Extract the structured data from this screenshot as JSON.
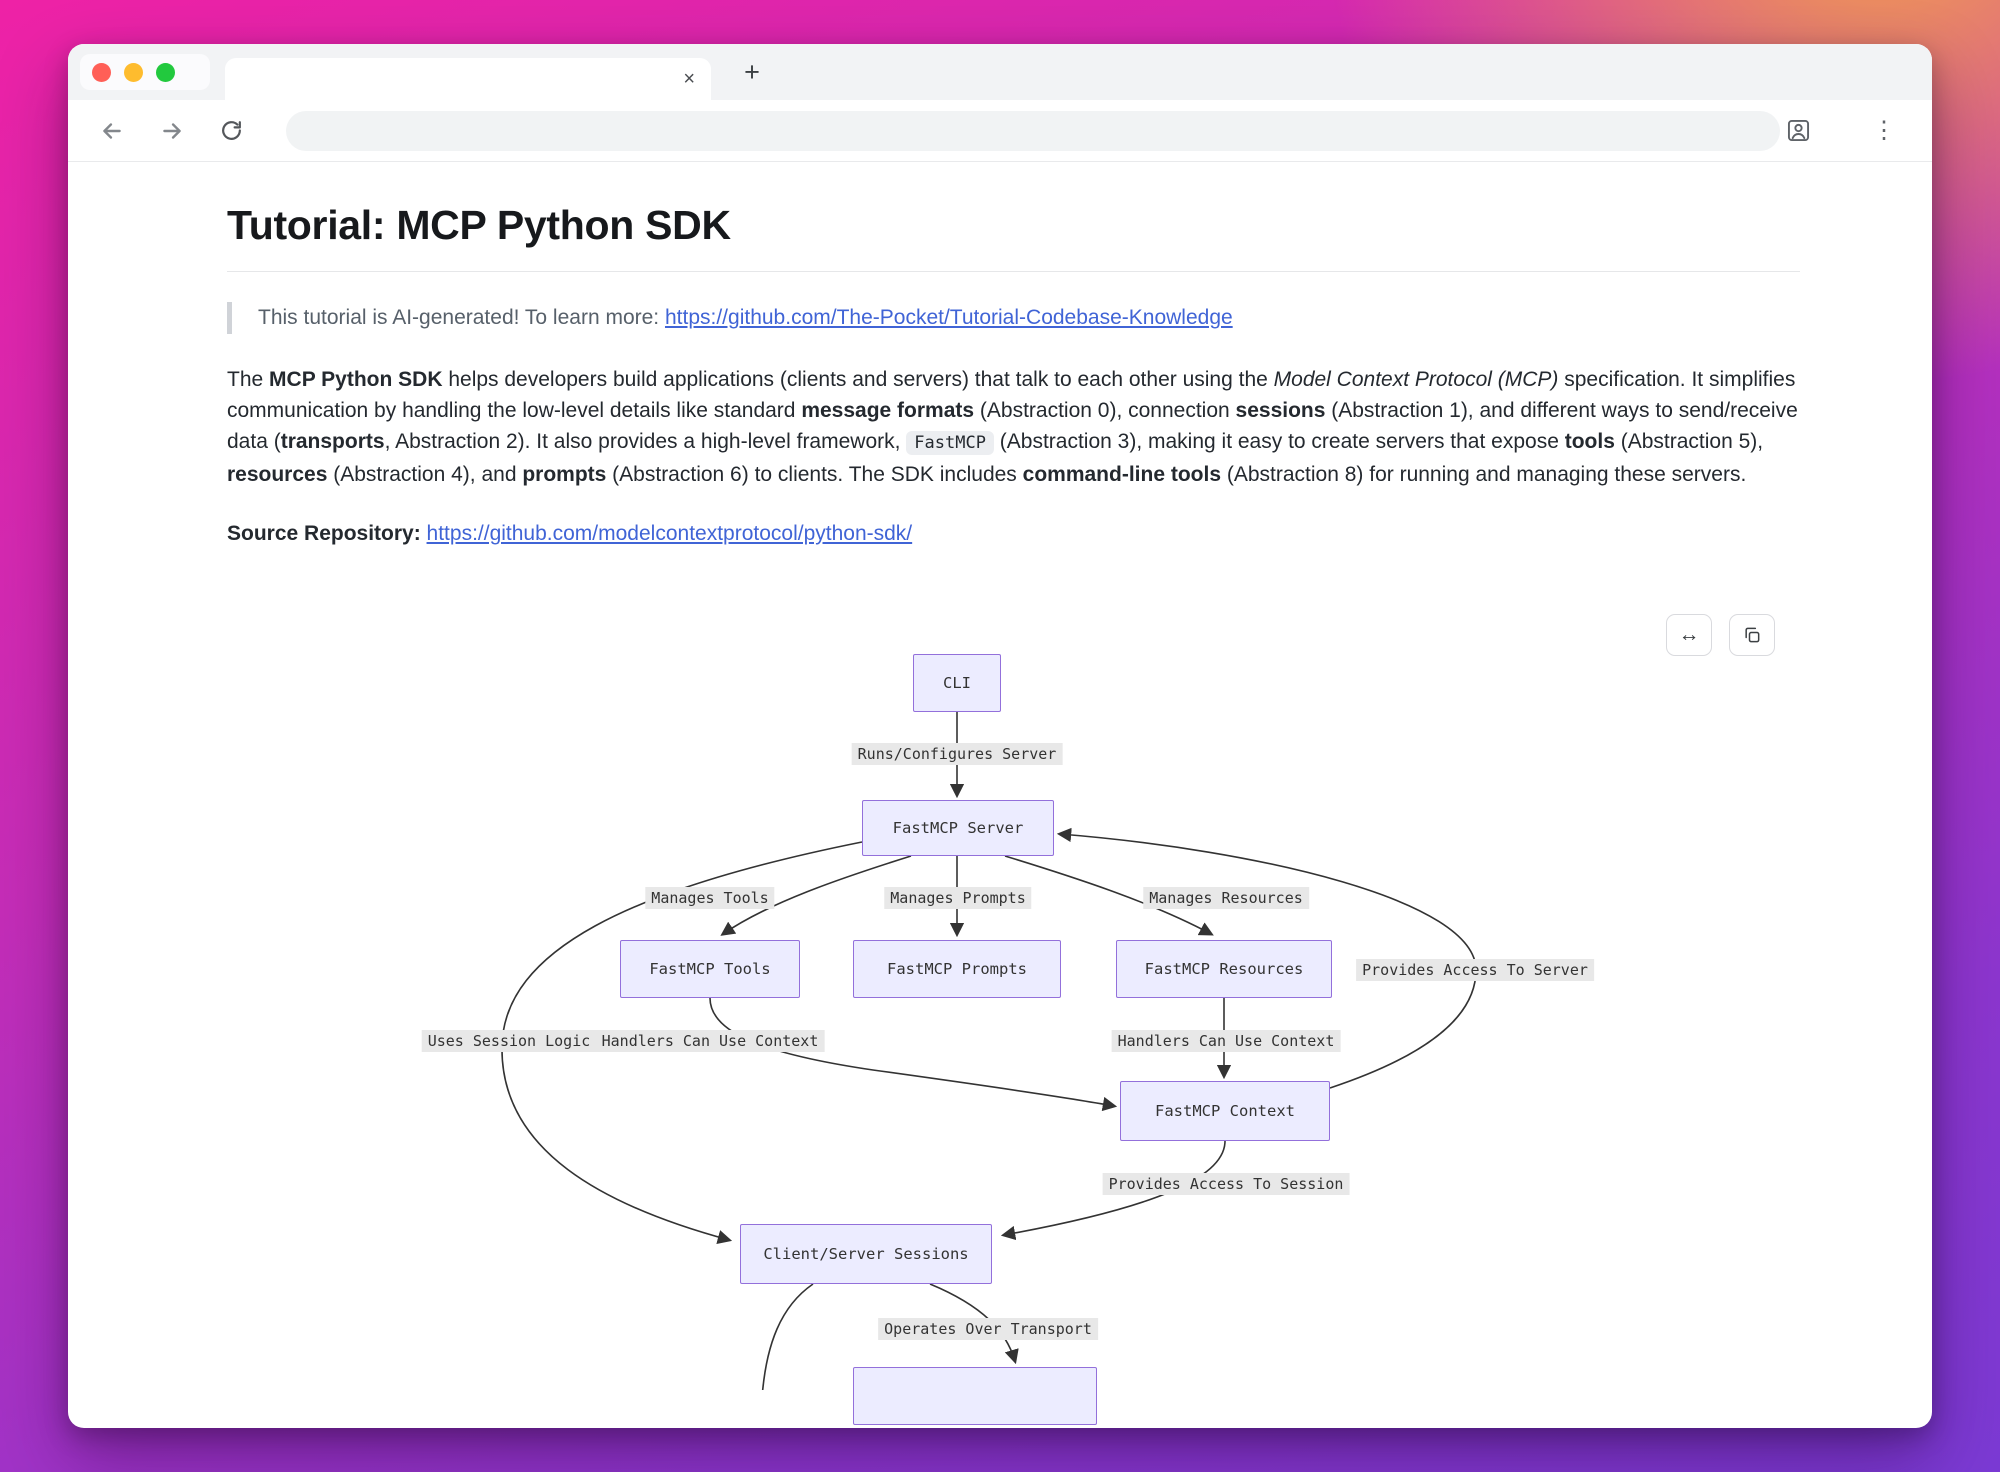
{
  "browser": {
    "tab_strip": {
      "tab_title": "",
      "close_glyph": "×",
      "new_tab_glyph": "+"
    },
    "navbar": {
      "address_value": "",
      "menu_glyph": "⋮"
    }
  },
  "colors": {
    "traffic_red": "#ff5f57",
    "traffic_yellow": "#febc2e",
    "traffic_green": "#22c93e",
    "link": "#4064d6",
    "node_fill": "#ececff",
    "node_border": "#9370db",
    "edge_label_bg": "#e8e8e8"
  },
  "page": {
    "title": "Tutorial: MCP Python SDK",
    "note": {
      "text": "This tutorial is AI-generated! To learn more: ",
      "link": "https://github.com/The-Pocket/Tutorial-Codebase-Knowledge"
    },
    "intro": [
      {
        "text": "The ",
        "style": "normal"
      },
      {
        "text": "MCP Python SDK",
        "style": "bold"
      },
      {
        "text": " helps developers build applications (clients and servers) that talk to each other using the ",
        "style": "normal"
      },
      {
        "text": "Model Context Protocol (MCP)",
        "style": "italic"
      },
      {
        "text": " specification. It simplifies communication by handling the low-level details like standard ",
        "style": "normal"
      },
      {
        "text": "message formats",
        "style": "bold"
      },
      {
        "text": " (Abstraction 0), connection ",
        "style": "normal"
      },
      {
        "text": "sessions",
        "style": "bold"
      },
      {
        "text": " (Abstraction 1), and different ways to send/receive data (",
        "style": "normal"
      },
      {
        "text": "transports",
        "style": "bold"
      },
      {
        "text": ", Abstraction 2). It also provides a high-level framework, ",
        "style": "normal"
      },
      {
        "text": "FastMCP",
        "style": "code"
      },
      {
        "text": " (Abstraction 3), making it easy to create servers that expose ",
        "style": "normal"
      },
      {
        "text": "tools",
        "style": "bold"
      },
      {
        "text": " (Abstraction 5), ",
        "style": "normal"
      },
      {
        "text": "resources",
        "style": "bold"
      },
      {
        "text": " (Abstraction 4), and ",
        "style": "normal"
      },
      {
        "text": "prompts",
        "style": "bold"
      },
      {
        "text": " (Abstraction 6) to clients. The SDK includes ",
        "style": "normal"
      },
      {
        "text": "command-line tools",
        "style": "bold"
      },
      {
        "text": " (Abstraction 8) for running and managing these servers.",
        "style": "normal"
      }
    ],
    "source": {
      "label": "Source Repository: ",
      "link": "https://github.com/modelcontextprotocol/python-sdk/"
    }
  },
  "diagram": {
    "controls": {
      "expand_glyph": "↔"
    },
    "nodes": {
      "cli": "CLI",
      "server": "FastMCP Server",
      "tools": "FastMCP Tools",
      "prompts": "FastMCP Prompts",
      "resources": "FastMCP Resources",
      "context": "FastMCP Context",
      "sessions": "Client/Server Sessions"
    },
    "edge_labels": {
      "runs": "Runs/Configures Server",
      "manages_tools": "Manages Tools",
      "manages_prompts": "Manages Prompts",
      "manages_resources": "Manages Resources",
      "provides_server": "Provides Access To Server",
      "uses_session": "Uses Session Logic",
      "handlers_left": "Handlers Can Use Context",
      "handlers_right": "Handlers Can Use Context",
      "provides_session": "Provides Access To Session",
      "operates": "Operates Over Transport"
    }
  }
}
